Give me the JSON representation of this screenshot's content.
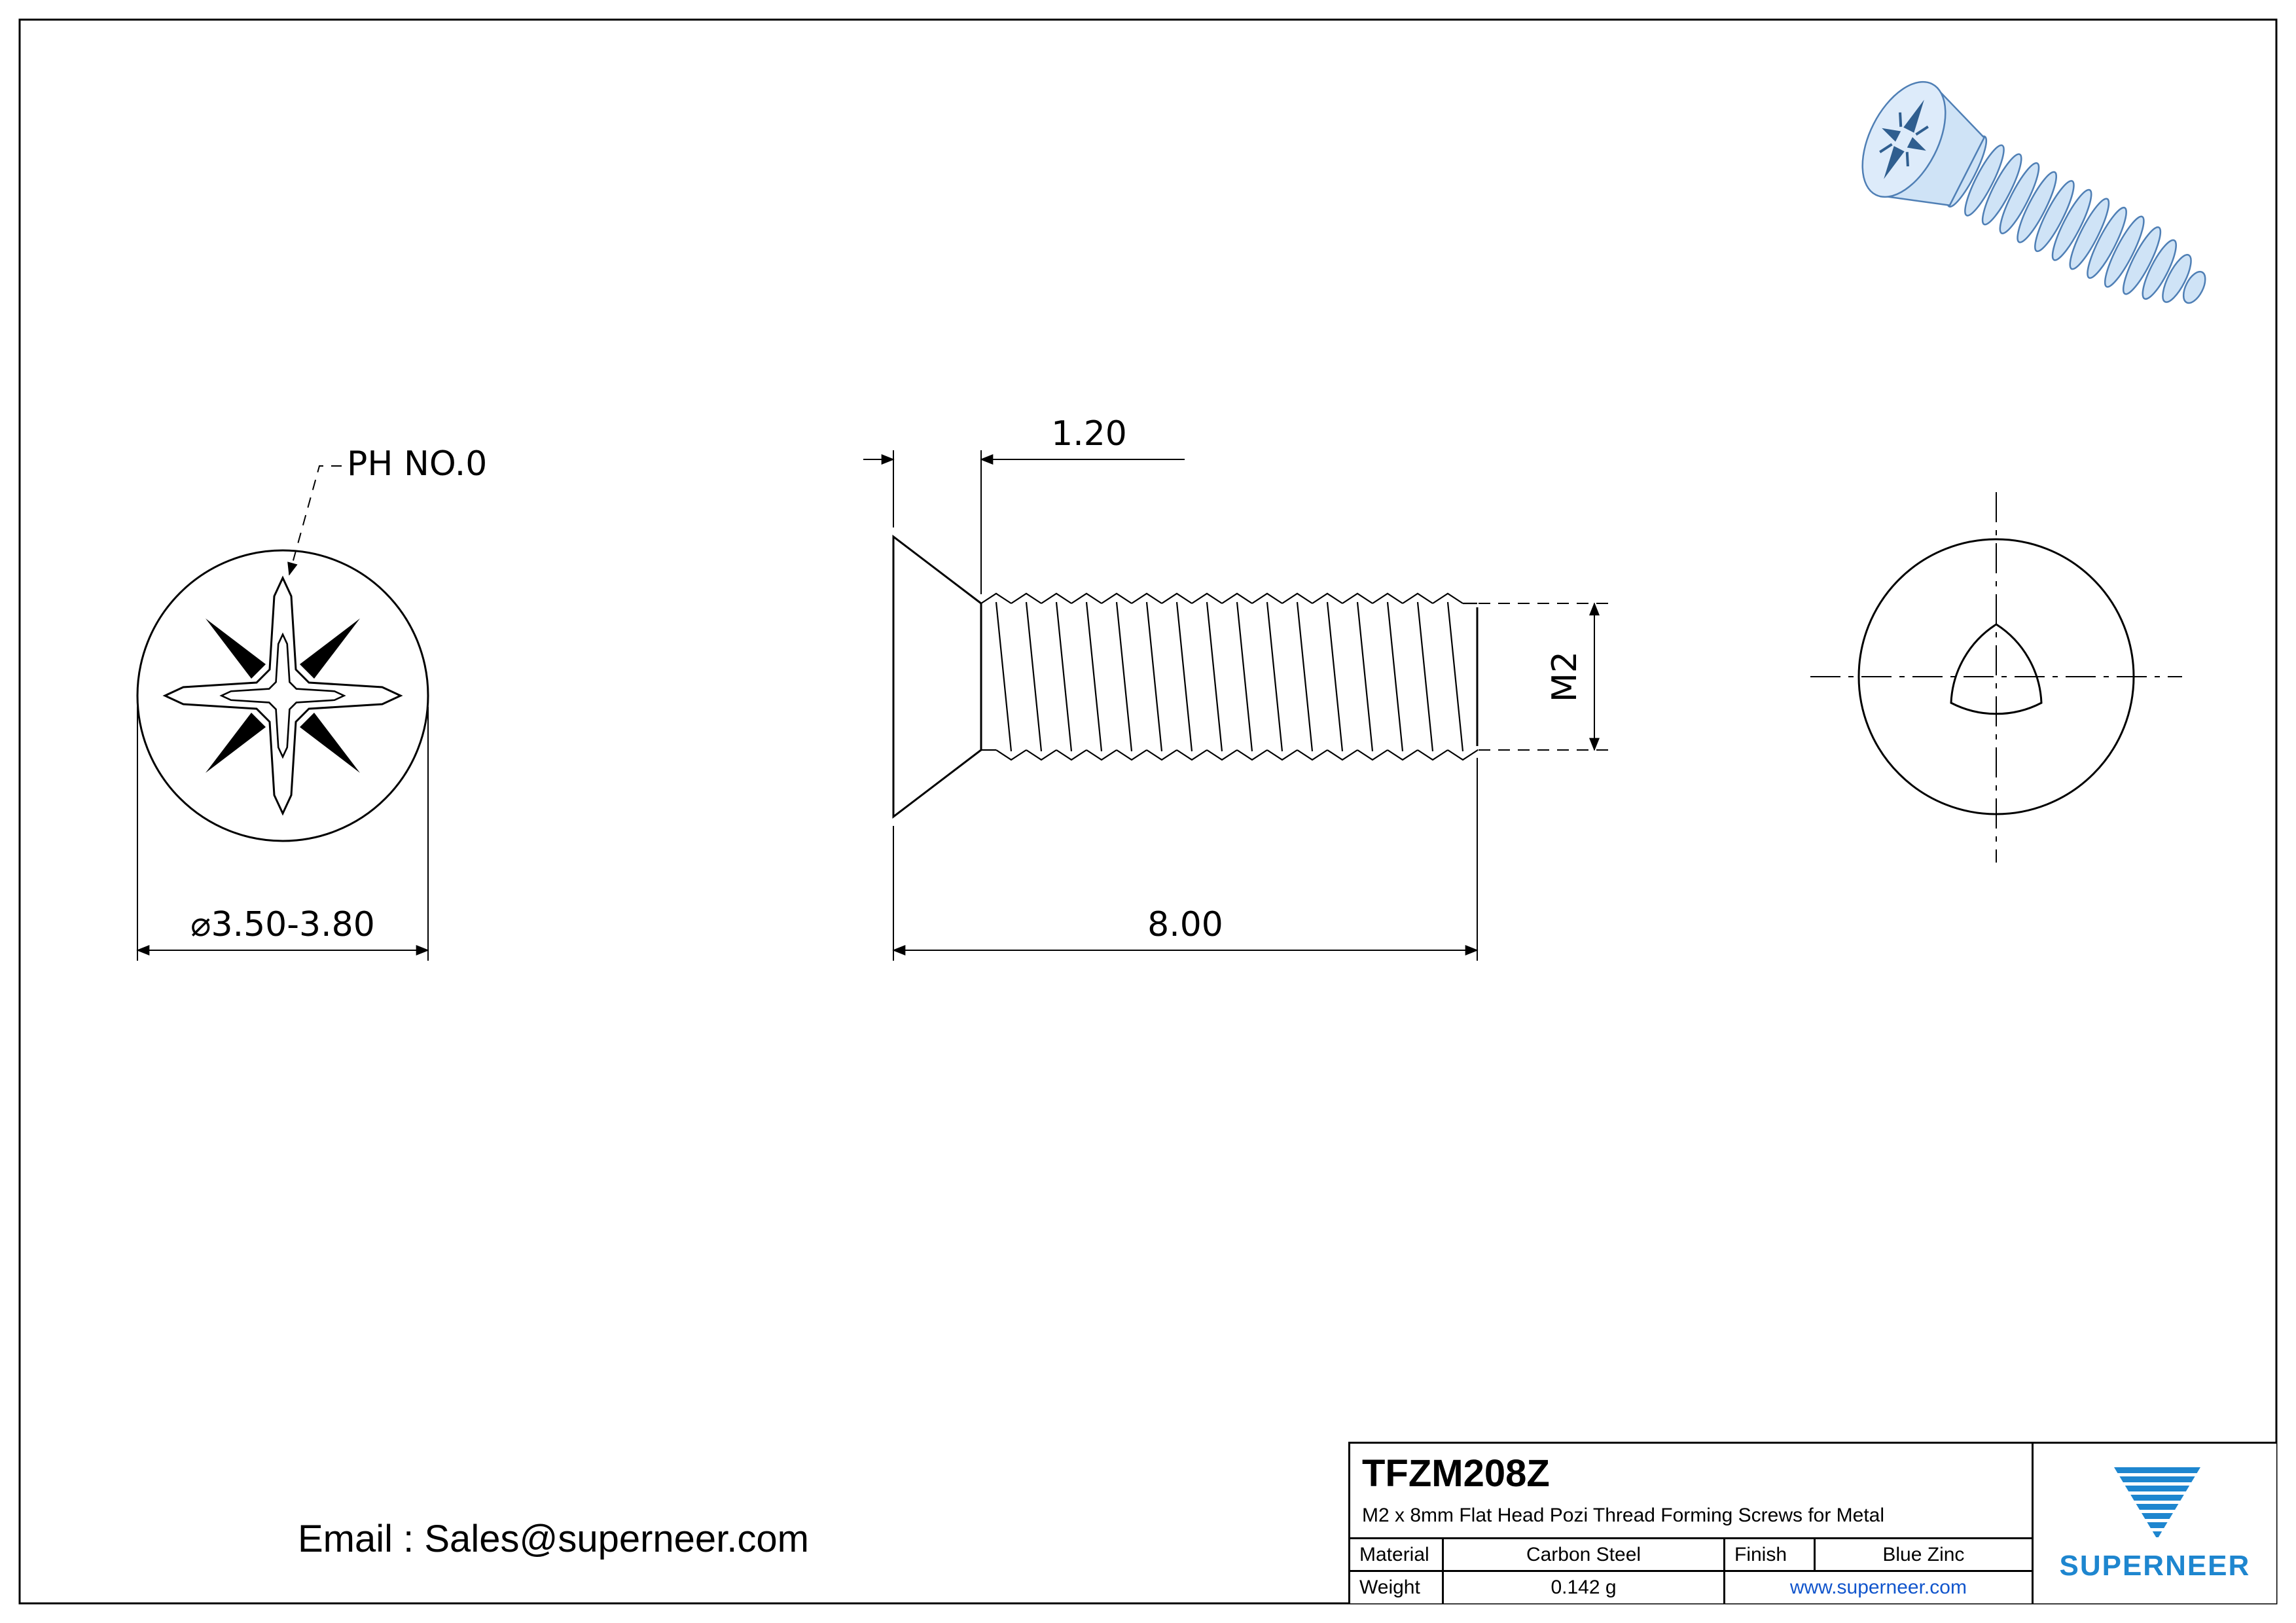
{
  "views": {
    "front": {
      "recess_label": "PH NO.0",
      "diameter_dim": "⌀3.50-3.80"
    },
    "side": {
      "head_length_dim": "1.20",
      "thread_size_dim": "M2",
      "overall_length_dim": "8.00"
    }
  },
  "footer": {
    "email": "Email : Sales@superneer.com"
  },
  "title_block": {
    "part_number": "TFZM208Z",
    "description": "M2 x 8mm Flat Head Pozi Thread Forming Screws for Metal",
    "material_label": "Material",
    "material_value": "Carbon Steel",
    "finish_label": "Finish",
    "finish_value": "Blue Zinc",
    "weight_label": "Weight",
    "weight_value": "0.142 g",
    "website": "www.superneer.com",
    "brand": "SUPERNEER"
  },
  "colors": {
    "line": "#000000",
    "link": "#1155cc",
    "brand_blue": "#1e86cf",
    "screw_fill": "#cfe3f6",
    "screw_face_fill": "#ddebfa",
    "screw_outline": "#4f7fb5",
    "recess_dark": "#2f5e8f"
  }
}
